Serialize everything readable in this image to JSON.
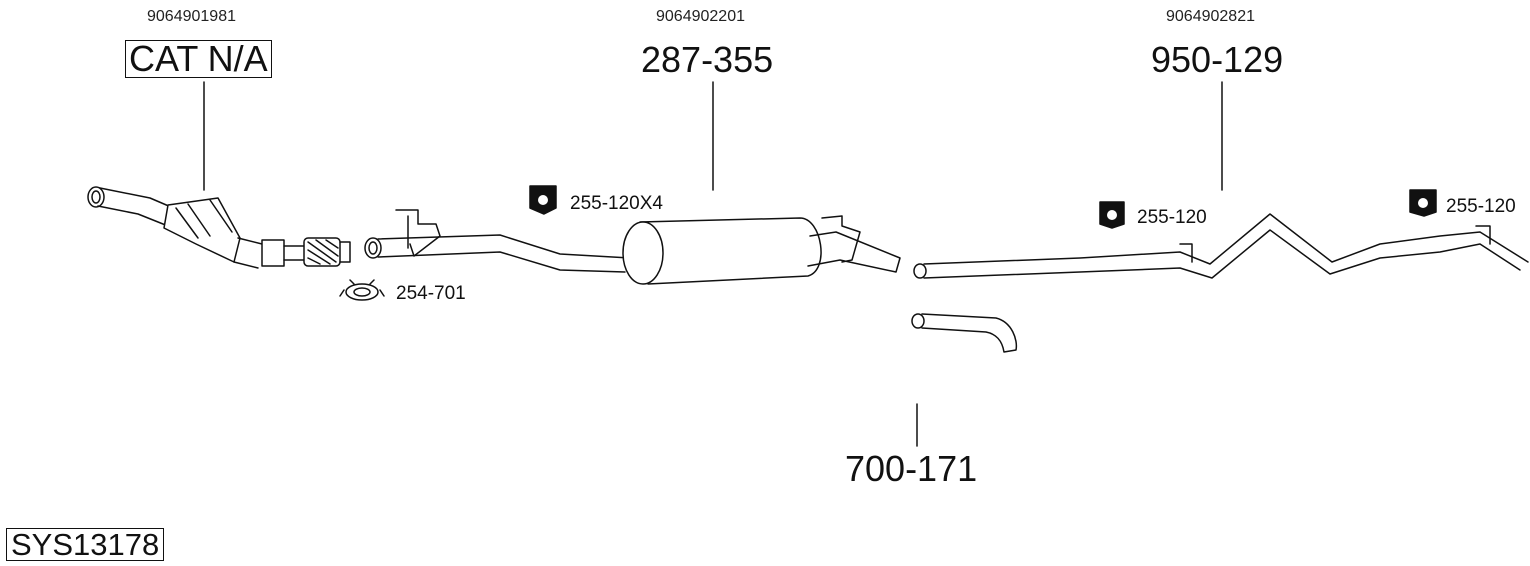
{
  "parts": {
    "cat": {
      "oem": "9064901981",
      "number": "CAT N/A"
    },
    "middle": {
      "oem": "9064902201",
      "number": "287-355"
    },
    "rear": {
      "oem": "9064902821",
      "number": "950-129"
    },
    "tail": {
      "number": "700-171"
    }
  },
  "accessories": {
    "clamp": "254-701",
    "mount_middle": "255-120X4",
    "mount_rear_1": "255-120",
    "mount_rear_2": "255-120"
  },
  "system_id": "SYS13178",
  "icons": [
    "rubber-mount-icon",
    "clamp-icon"
  ]
}
